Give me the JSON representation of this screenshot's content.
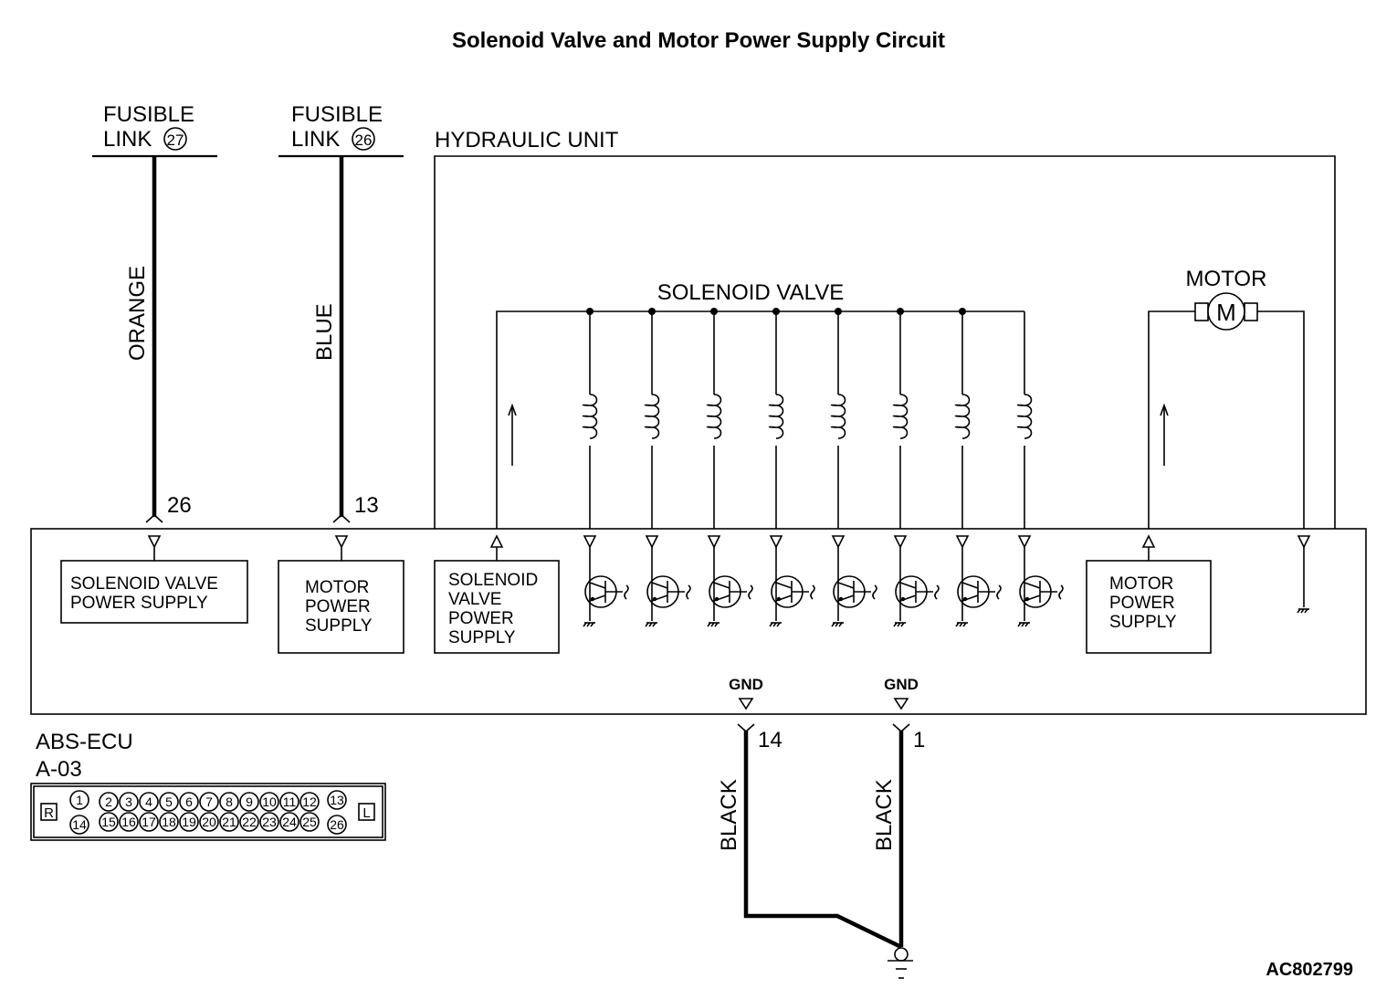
{
  "title": "Solenoid Valve and Motor Power Supply Circuit",
  "figure_code": "AC802799",
  "fusible_links": [
    {
      "label_line1": "FUSIBLE",
      "label_line2": "LINK",
      "number": "27",
      "wire_color": "ORANGE",
      "ecu_pin": "26"
    },
    {
      "label_line1": "FUSIBLE",
      "label_line2": "LINK",
      "number": "26",
      "wire_color": "BLUE",
      "ecu_pin": "13"
    }
  ],
  "hydraulic_unit": {
    "label": "HYDRAULIC UNIT",
    "solenoid_label": "SOLENOID VALVE",
    "solenoid_count": 8,
    "motor_label": "MOTOR",
    "motor_symbol": "M"
  },
  "ecu": {
    "name": "ABS-ECU",
    "connector": "A-03",
    "blocks": [
      {
        "lines": [
          "SOLENOID VALVE",
          "POWER SUPPLY"
        ]
      },
      {
        "lines": [
          "MOTOR",
          "POWER",
          "SUPPLY"
        ]
      },
      {
        "lines": [
          "SOLENOID",
          "VALVE",
          "POWER",
          "SUPPLY"
        ]
      },
      {
        "lines": [
          "MOTOR",
          "POWER",
          "SUPPLY"
        ]
      }
    ],
    "ground_label": "GND",
    "ground_pins": [
      {
        "pin": "14",
        "wire_color": "BLACK"
      },
      {
        "pin": "1",
        "wire_color": "BLACK"
      }
    ]
  },
  "connector_face": {
    "left_tag": "R",
    "right_tag": "L",
    "top_row": [
      "1",
      "2",
      "3",
      "4",
      "5",
      "6",
      "7",
      "8",
      "9",
      "10",
      "11",
      "12",
      "13"
    ],
    "bottom_row": [
      "14",
      "15",
      "16",
      "17",
      "18",
      "19",
      "20",
      "21",
      "22",
      "23",
      "24",
      "25",
      "26"
    ]
  }
}
